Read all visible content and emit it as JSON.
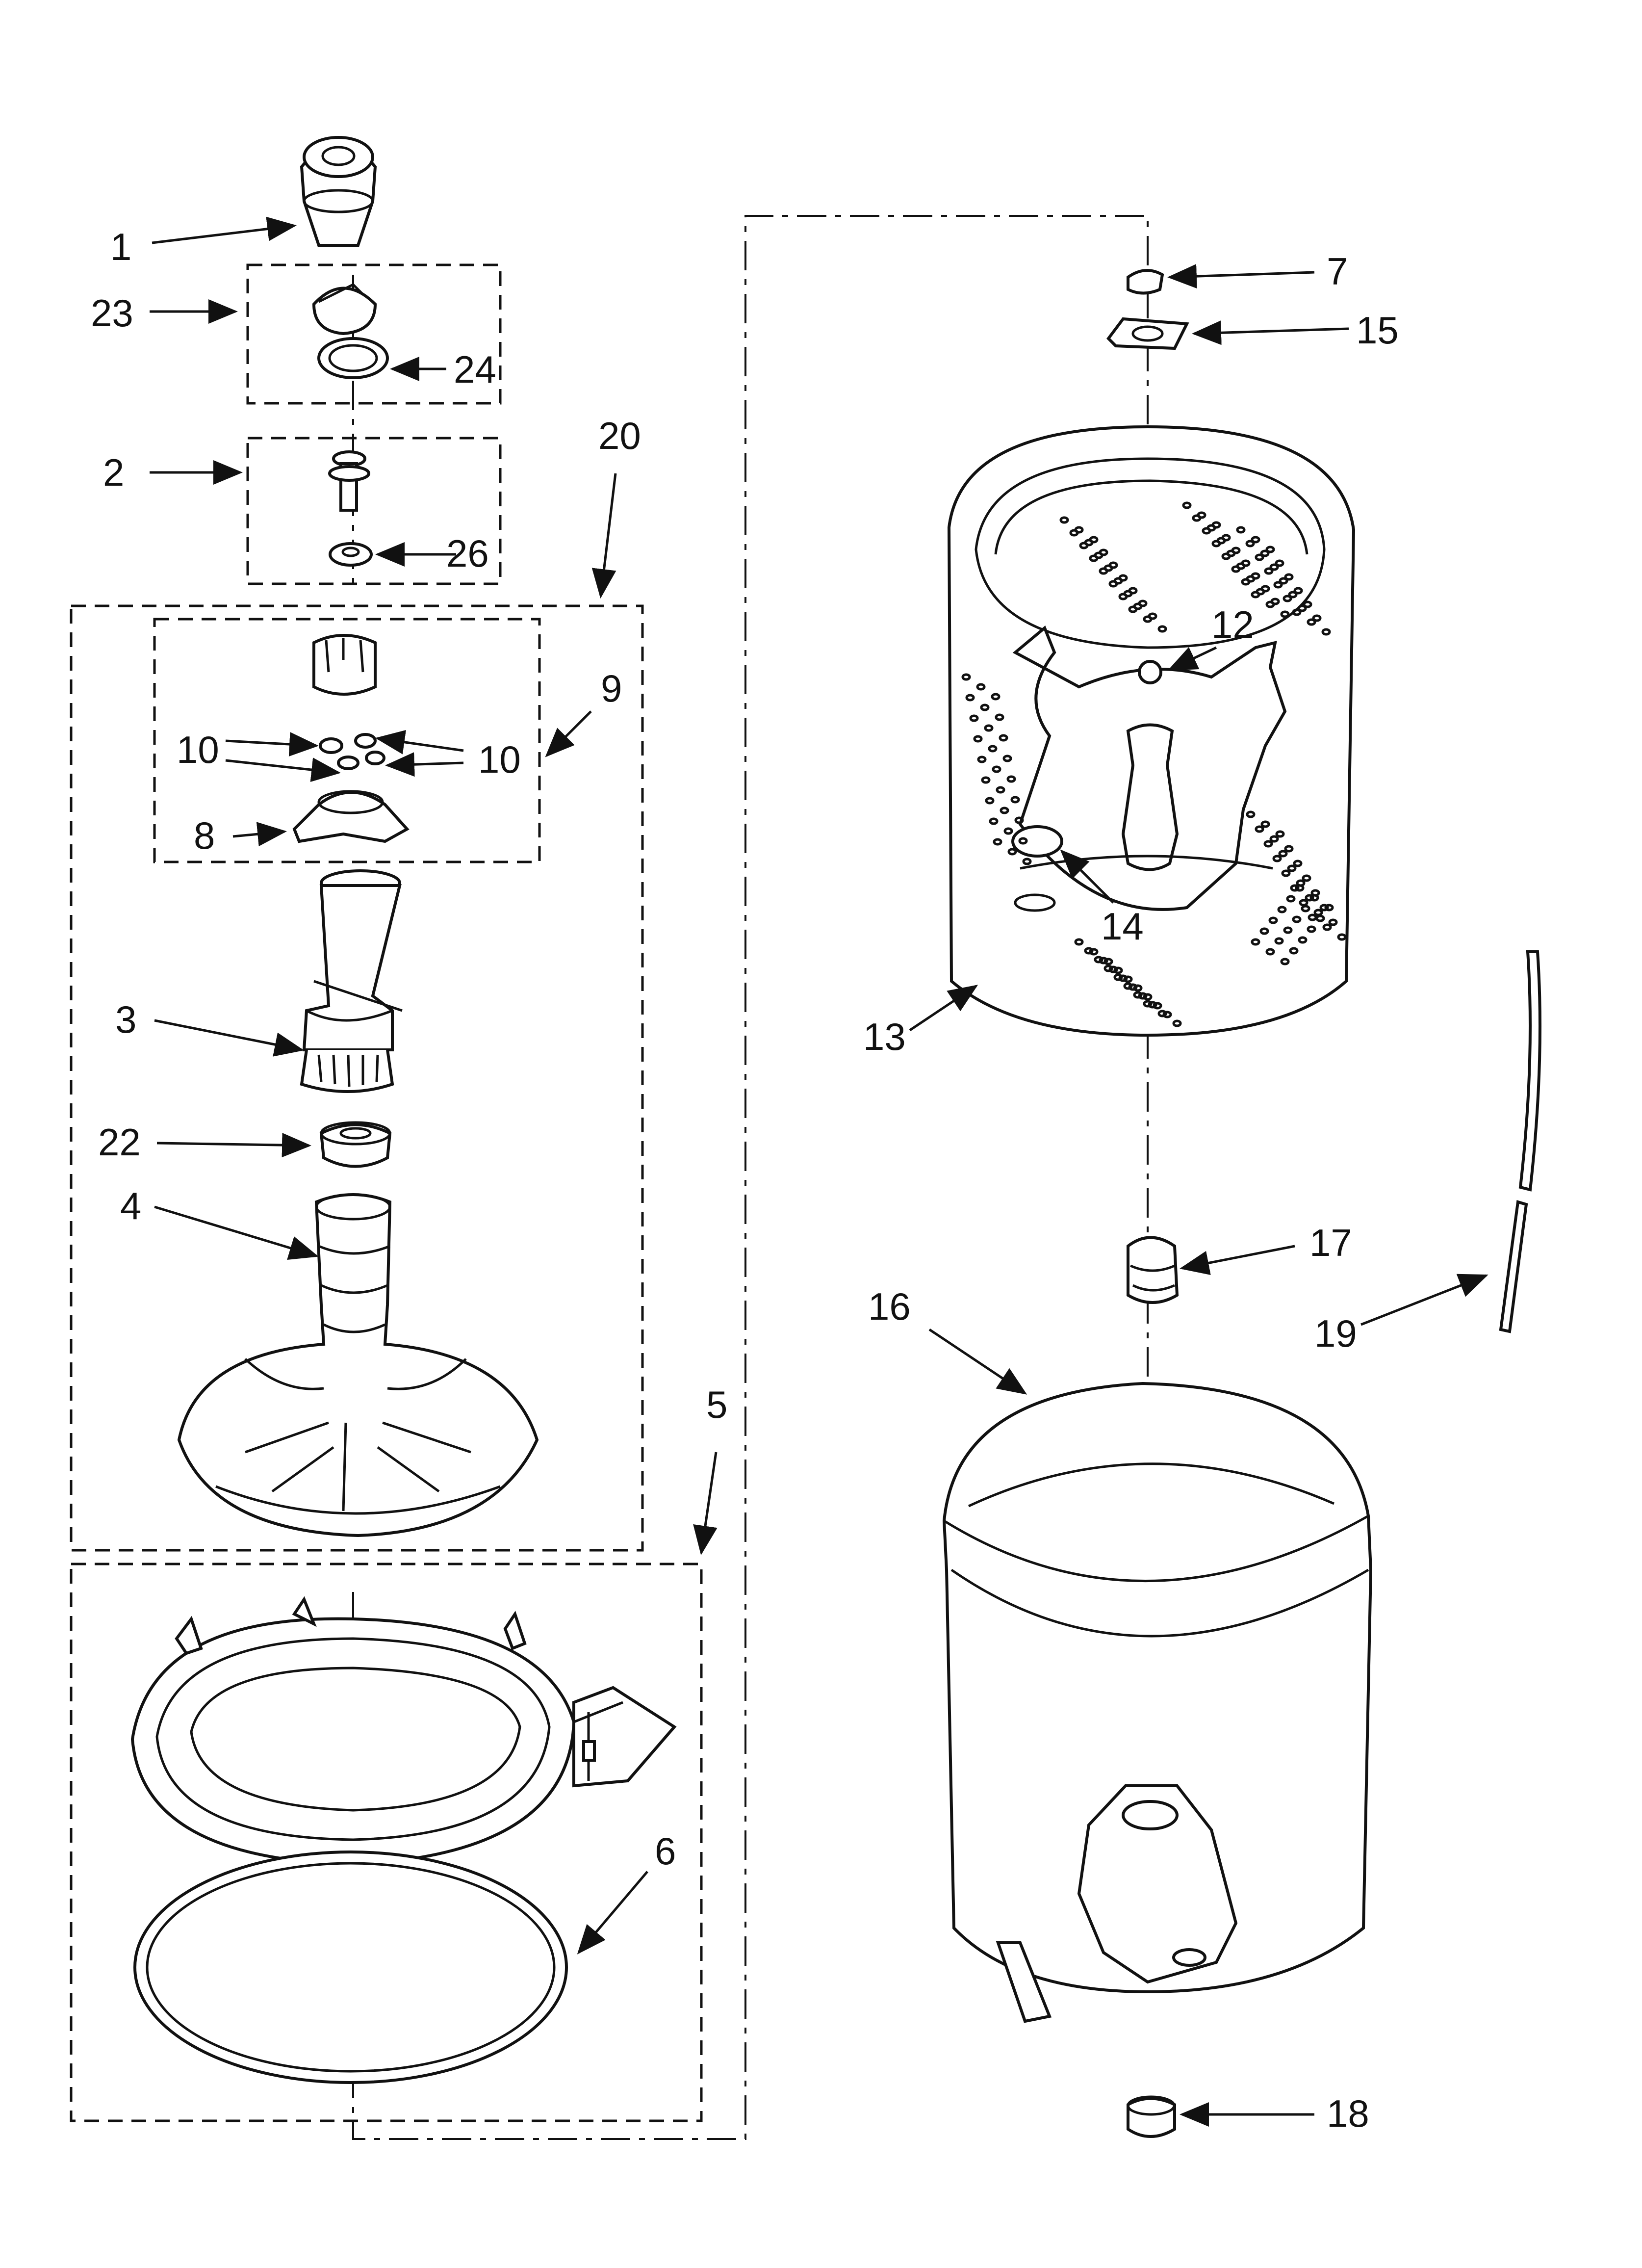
{
  "labels": {
    "l1": "1",
    "l2": "2",
    "l3": "3",
    "l4": "4",
    "l5": "5",
    "l6": "6",
    "l7": "7",
    "l8": "8",
    "l9": "9",
    "l10a": "10",
    "l10b": "10",
    "l12": "12",
    "l13": "13",
    "l14": "14",
    "l15": "15",
    "l16": "16",
    "l17": "17",
    "l18": "18",
    "l19": "19",
    "l20": "20",
    "l22": "22",
    "l23": "23",
    "l24": "24",
    "l26": "26"
  }
}
